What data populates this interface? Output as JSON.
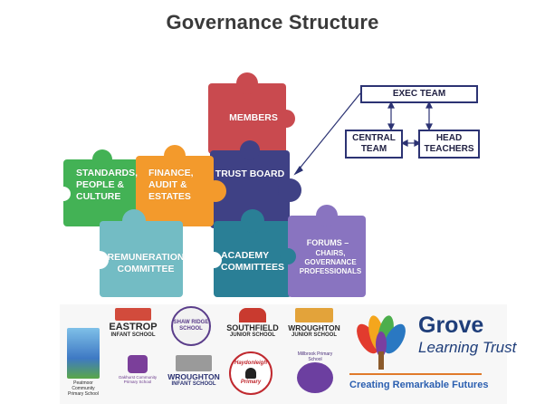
{
  "title": "Governance Structure",
  "pieces": {
    "members": "MEMBERS",
    "trust_board": "TRUST BOARD",
    "standards": [
      "STANDARDS,",
      "PEOPLE &",
      "CULTURE"
    ],
    "finance": [
      "FINANCE,",
      "AUDIT &",
      "ESTATES"
    ],
    "remuneration": [
      "REMUNERATION",
      "COMMITTEE"
    ],
    "academy": [
      "ACADEMY",
      "COMMITTEES"
    ],
    "forums_title": "FORUMS –",
    "forums_lines": [
      "CHAIRS,",
      "GOVERNANCE",
      "PROFESSIONALS"
    ]
  },
  "org": {
    "exec_team": "EXEC TEAM",
    "central_team": [
      "CENTRAL",
      "TEAM"
    ],
    "head_teachers": [
      "HEAD",
      "TEACHERS"
    ]
  },
  "schools": [
    {
      "line1": "EASTROP",
      "line2": "INFANT SCHOOL"
    },
    {
      "line1": "SHAW RIDGE",
      "line2": "SCHOOL"
    },
    {
      "line1": "SOUTHFIELD",
      "line2": "JUNIOR SCHOOL"
    },
    {
      "line1": "WROUGHTON",
      "line2": "JUNIOR SCHOOL"
    },
    {
      "line1": "WROUGHTON",
      "line2": "INFANT SCHOOL"
    },
    {
      "line1": "Haydonleigh",
      "line2": "Primary"
    },
    {
      "line1": "Millbrook Primary School",
      "line2": ""
    },
    {
      "line1": "Peatmoor Community",
      "line2": "Primary School"
    },
    {
      "line1": "Oakhurst Community",
      "line2": "Primary School"
    }
  ],
  "grove": {
    "name": "Grove",
    "subtitle": "Learning Trust",
    "tagline": "Creating Remarkable Futures"
  },
  "colors": {
    "members": "#c94a4f",
    "trust_board": "#3f4185",
    "standards": "#43b255",
    "finance": "#f39a2c",
    "remuneration": "#73bcc4",
    "academy": "#2a7f96",
    "forums": "#8974c0",
    "navy": "#2c3373"
  }
}
